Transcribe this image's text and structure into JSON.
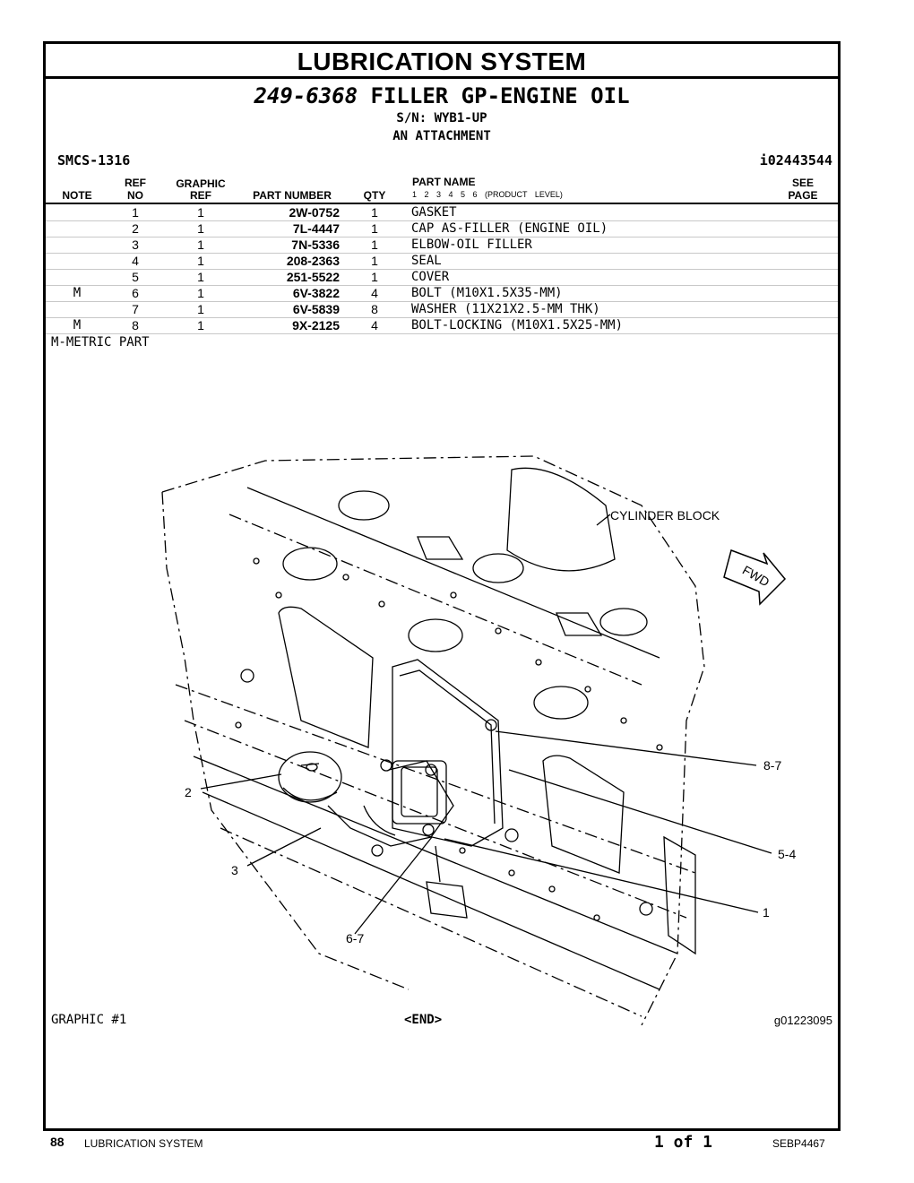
{
  "section_title": "LUBRICATION SYSTEM",
  "group": {
    "number": "249-6368",
    "name": "FILLER GP-ENGINE OIL",
    "serial": "S/N: WYB1-UP",
    "attachment": "AN ATTACHMENT"
  },
  "smcs": "SMCS-1316",
  "info_id": "i02443544",
  "headers": {
    "note": "NOTE",
    "ref_top": "REF",
    "ref_bottom": "NO",
    "graphic_top": "GRAPHIC",
    "graphic_bottom": "REF",
    "part_number": "PART NUMBER",
    "qty": "QTY",
    "part_name": "PART NAME",
    "product_level": "1 2 3 4 5 6 (PRODUCT LEVEL)",
    "see_top": "SEE",
    "see_bottom": "PAGE"
  },
  "parts": [
    {
      "note": "",
      "ref": "1",
      "graphic": "1",
      "part_number": "2W-0752",
      "qty": "1",
      "name": "GASKET"
    },
    {
      "note": "",
      "ref": "2",
      "graphic": "1",
      "part_number": "7L-4447",
      "qty": "1",
      "name": "CAP AS-FILLER (ENGINE OIL)"
    },
    {
      "note": "",
      "ref": "3",
      "graphic": "1",
      "part_number": "7N-5336",
      "qty": "1",
      "name": "ELBOW-OIL FILLER"
    },
    {
      "note": "",
      "ref": "4",
      "graphic": "1",
      "part_number": "208-2363",
      "qty": "1",
      "name": "SEAL"
    },
    {
      "note": "",
      "ref": "5",
      "graphic": "1",
      "part_number": "251-5522",
      "qty": "1",
      "name": "COVER"
    },
    {
      "note": "M",
      "ref": "6",
      "graphic": "1",
      "part_number": "6V-3822",
      "qty": "4",
      "name": "BOLT (M10X1.5X35-MM)"
    },
    {
      "note": "",
      "ref": "7",
      "graphic": "1",
      "part_number": "6V-5839",
      "qty": "8",
      "name": "WASHER (11X21X2.5-MM THK)"
    },
    {
      "note": "M",
      "ref": "8",
      "graphic": "1",
      "part_number": "9X-2125",
      "qty": "4",
      "name": "BOLT-LOCKING (M10X1.5X25-MM)"
    }
  ],
  "metric_note": "M-METRIC PART",
  "drawing": {
    "callouts": {
      "cylinder_block": "CYLINDER BLOCK",
      "fwd": "FWD",
      "c87": "8-7",
      "c54": "5-4",
      "c1": "1",
      "c2": "2",
      "c3": "3",
      "c67": "6-7"
    }
  },
  "graphic_label": "GRAPHIC #1",
  "end_marker": "<END>",
  "graphic_id": "g01223095",
  "footer": {
    "page_number": "88",
    "section": "LUBRICATION SYSTEM",
    "page_of": "1 of 1",
    "doc_id": "SEBP4467"
  }
}
